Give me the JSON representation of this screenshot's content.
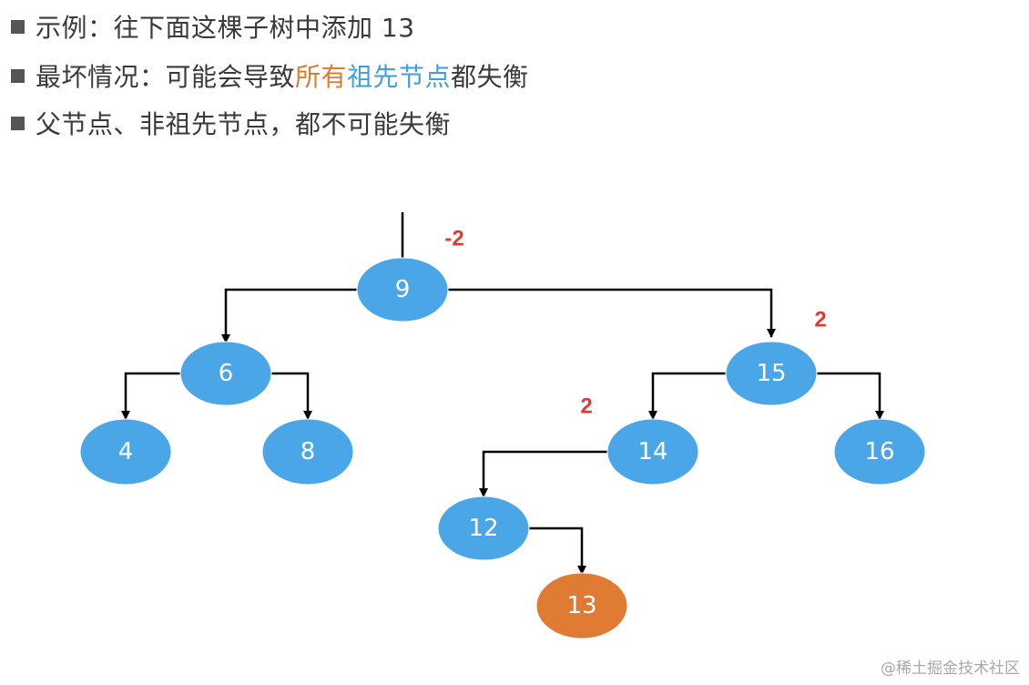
{
  "bullets": [
    {
      "parts": [
        {
          "text": "示例：往下面这棵子树中添加 13",
          "color": "default"
        }
      ]
    },
    {
      "parts": [
        {
          "text": "最坏情况：可能会导致",
          "color": "default"
        },
        {
          "text": "所有",
          "color": "#e07b2a"
        },
        {
          "text": "祖先节点",
          "color": "#3ea0de"
        },
        {
          "text": "都失衡",
          "color": "default"
        }
      ]
    },
    {
      "parts": [
        {
          "text": "父节点、非祖先节点，都不可能失衡",
          "color": "default"
        }
      ]
    }
  ],
  "tree": {
    "nodes": [
      {
        "id": "n9",
        "label": "9",
        "color": "#4ba6e8"
      },
      {
        "id": "n6",
        "label": "6",
        "color": "#4ba6e8"
      },
      {
        "id": "n15",
        "label": "15",
        "color": "#4ba6e8"
      },
      {
        "id": "n4",
        "label": "4",
        "color": "#4ba6e8"
      },
      {
        "id": "n8",
        "label": "8",
        "color": "#4ba6e8"
      },
      {
        "id": "n14",
        "label": "14",
        "color": "#4ba6e8"
      },
      {
        "id": "n16",
        "label": "16",
        "color": "#4ba6e8"
      },
      {
        "id": "n12",
        "label": "12",
        "color": "#4ba6e8"
      },
      {
        "id": "n13",
        "label": "13",
        "color": "#e07b34"
      }
    ],
    "edges": [
      {
        "from": "n9",
        "to": "n6"
      },
      {
        "from": "n9",
        "to": "n15"
      },
      {
        "from": "n6",
        "to": "n4"
      },
      {
        "from": "n6",
        "to": "n8"
      },
      {
        "from": "n15",
        "to": "n14"
      },
      {
        "from": "n15",
        "to": "n16"
      },
      {
        "from": "n14",
        "to": "n12"
      },
      {
        "from": "n12",
        "to": "n13"
      }
    ],
    "balance_factors": [
      {
        "node": "n9",
        "value": "-2"
      },
      {
        "node": "n15",
        "value": "2"
      },
      {
        "node": "n14",
        "value": "2"
      }
    ]
  },
  "watermark": "@稀土掘金技术社区"
}
